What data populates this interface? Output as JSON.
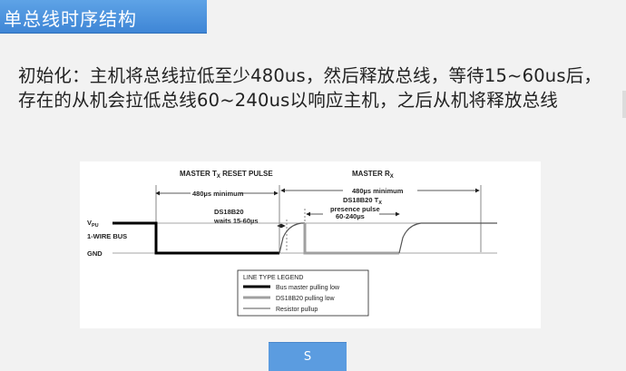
{
  "slide": {
    "title": "单总线时序结构",
    "paragraph": "初始化：主机将总线拉低至少480us，然后释放总线，等待15~60us后，存在的从机会拉低总线60~240us以响应主机，之后从机将释放总线",
    "button_label": "S"
  },
  "diagram": {
    "master_tx_label": "MASTER T",
    "master_tx_sub": "X",
    "master_tx_suffix": " RESET PULSE",
    "master_tx_duration": "480µs minimum",
    "master_rx_label": "MASTER R",
    "master_rx_sub": "X",
    "master_rx_duration": "480µs minimum",
    "ds_wait_line1": "DS18B20",
    "ds_wait_line2": "waits 15-60µs",
    "ds_tx_line1": "DS18B20 T",
    "ds_tx_sub": "X",
    "ds_tx_line2": "presence pulse",
    "ds_tx_line3": "60-240µs",
    "vpu_label": "V",
    "vpu_sub": "PU",
    "bus_label": "1-WIRE BUS",
    "gnd_label": "GND",
    "legend": {
      "title": "LINE TYPE LEGEND",
      "items": [
        {
          "label": "Bus master pulling low",
          "color": "#000000"
        },
        {
          "label": "DS18B20 pulling low",
          "color": "#a0a0a0"
        },
        {
          "label": "Resistor pullup",
          "color": "#555555"
        }
      ]
    }
  }
}
